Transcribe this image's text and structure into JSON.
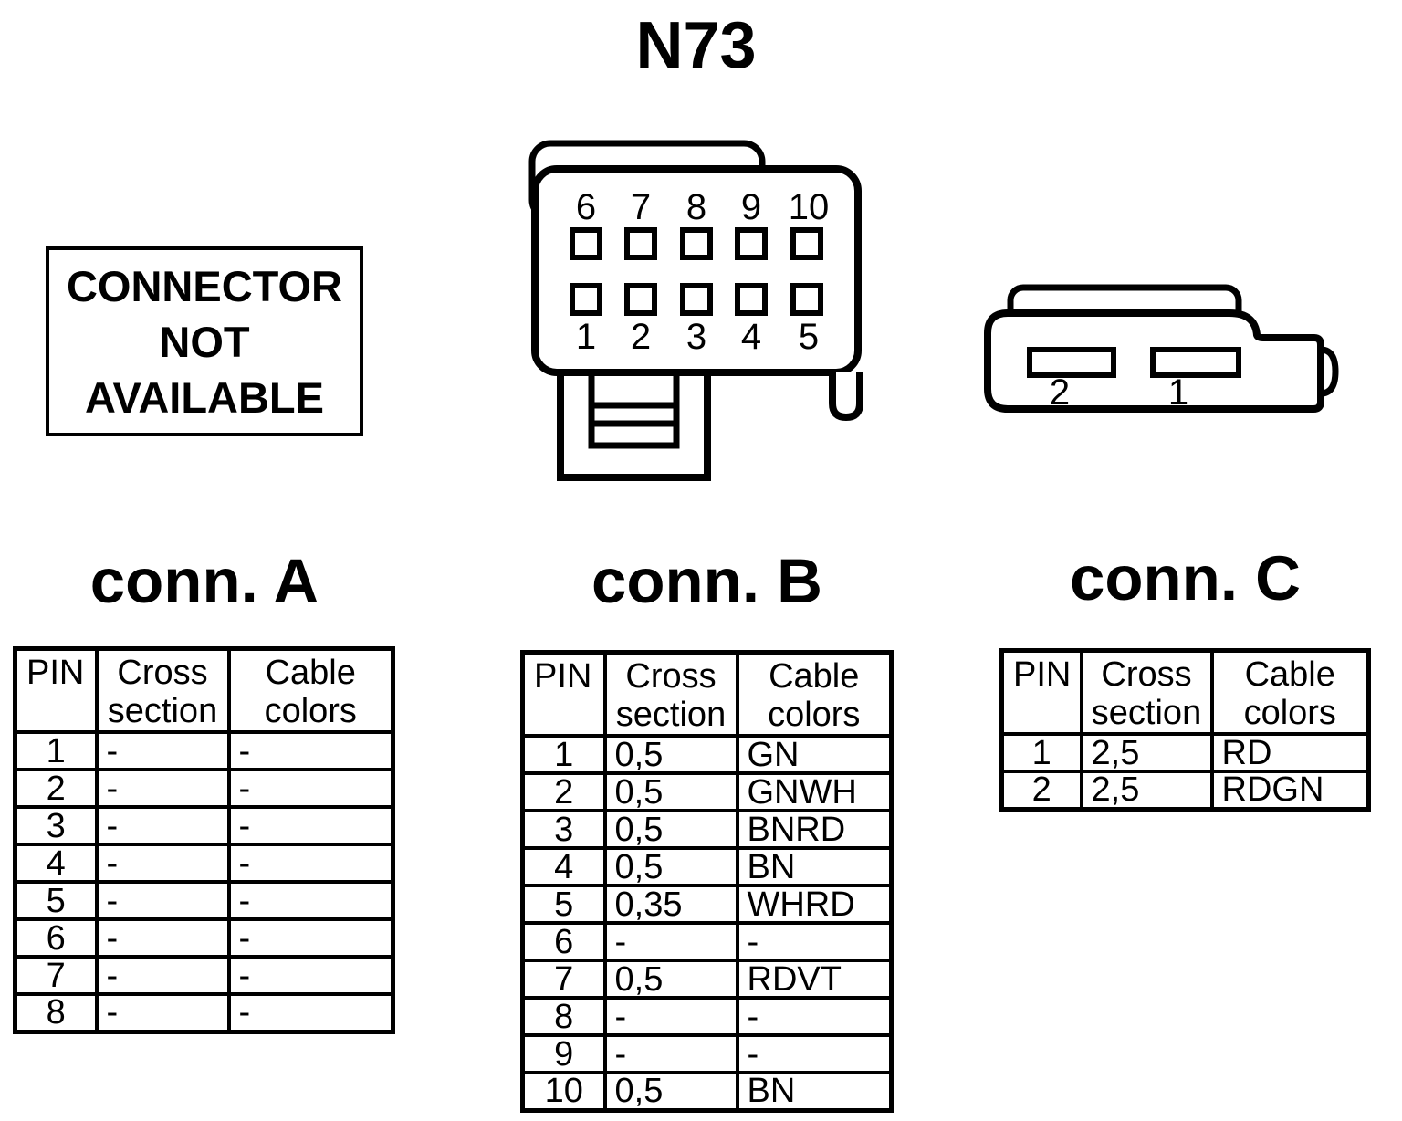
{
  "title": "N73",
  "not_available": {
    "line1": "CONNECTOR",
    "line2": "NOT",
    "line3": "AVAILABLE"
  },
  "connector_b_drawing": {
    "top_pins": [
      "6",
      "7",
      "8",
      "9",
      "10"
    ],
    "bottom_pins": [
      "1",
      "2",
      "3",
      "4",
      "5"
    ]
  },
  "connector_c_drawing": {
    "slot_labels": [
      "2",
      "1"
    ]
  },
  "tables": [
    {
      "id": "a",
      "heading": "conn. A",
      "columns": [
        "PIN",
        "Cross section",
        "Cable colors"
      ],
      "rows": [
        [
          "1",
          "-",
          "-"
        ],
        [
          "2",
          "-",
          "-"
        ],
        [
          "3",
          "-",
          "-"
        ],
        [
          "4",
          "-",
          "-"
        ],
        [
          "5",
          "-",
          "-"
        ],
        [
          "6",
          "-",
          "-"
        ],
        [
          "7",
          "-",
          "-"
        ],
        [
          "8",
          "-",
          "-"
        ]
      ]
    },
    {
      "id": "b",
      "heading": "conn. B",
      "columns": [
        "PIN",
        "Cross section",
        "Cable colors"
      ],
      "rows": [
        [
          "1",
          "0,5",
          "GN"
        ],
        [
          "2",
          "0,5",
          "GNWH"
        ],
        [
          "3",
          "0,5",
          "BNRD"
        ],
        [
          "4",
          "0,5",
          "BN"
        ],
        [
          "5",
          "0,35",
          "WHRD"
        ],
        [
          "6",
          "-",
          "-"
        ],
        [
          "7",
          "0,5",
          "RDVT"
        ],
        [
          "8",
          "-",
          "-"
        ],
        [
          "9",
          "-",
          "-"
        ],
        [
          "10",
          "0,5",
          "BN"
        ]
      ]
    },
    {
      "id": "c",
      "heading": "conn. C",
      "columns": [
        "PIN",
        "Cross section",
        "Cable colors"
      ],
      "rows": [
        [
          "1",
          "2,5",
          "RD"
        ],
        [
          "2",
          "2,5",
          "RDGN"
        ]
      ]
    }
  ],
  "colors": {
    "ink": "#000000",
    "paper": "#ffffff"
  }
}
